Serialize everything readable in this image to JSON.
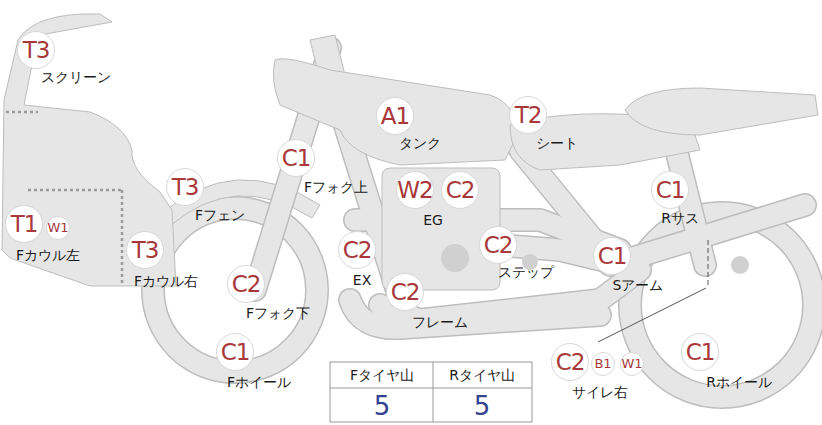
{
  "diagram": {
    "labels": [
      "T3",
      "スクリーン",
      "A1",
      "タンク",
      "T2",
      "シート",
      "C1",
      "Fフォク上",
      "T3",
      "Fフェン",
      "W2",
      "C2",
      "EG",
      "C1",
      "Rサス",
      "T1",
      "W1",
      "Fカウル左",
      "T3",
      "Fカウル右",
      "C2",
      "EX",
      "C2",
      "ステップ",
      "C1",
      "Sアーム",
      "C2",
      "Fフォク下",
      "C2",
      "フレーム",
      "C1",
      "Fホイール",
      "C2",
      "B1",
      "W1",
      "サイレ右",
      "C1",
      "Rホイール",
      "Fタイヤ山",
      "Rタイヤ山",
      "5",
      "5"
    ]
  }
}
